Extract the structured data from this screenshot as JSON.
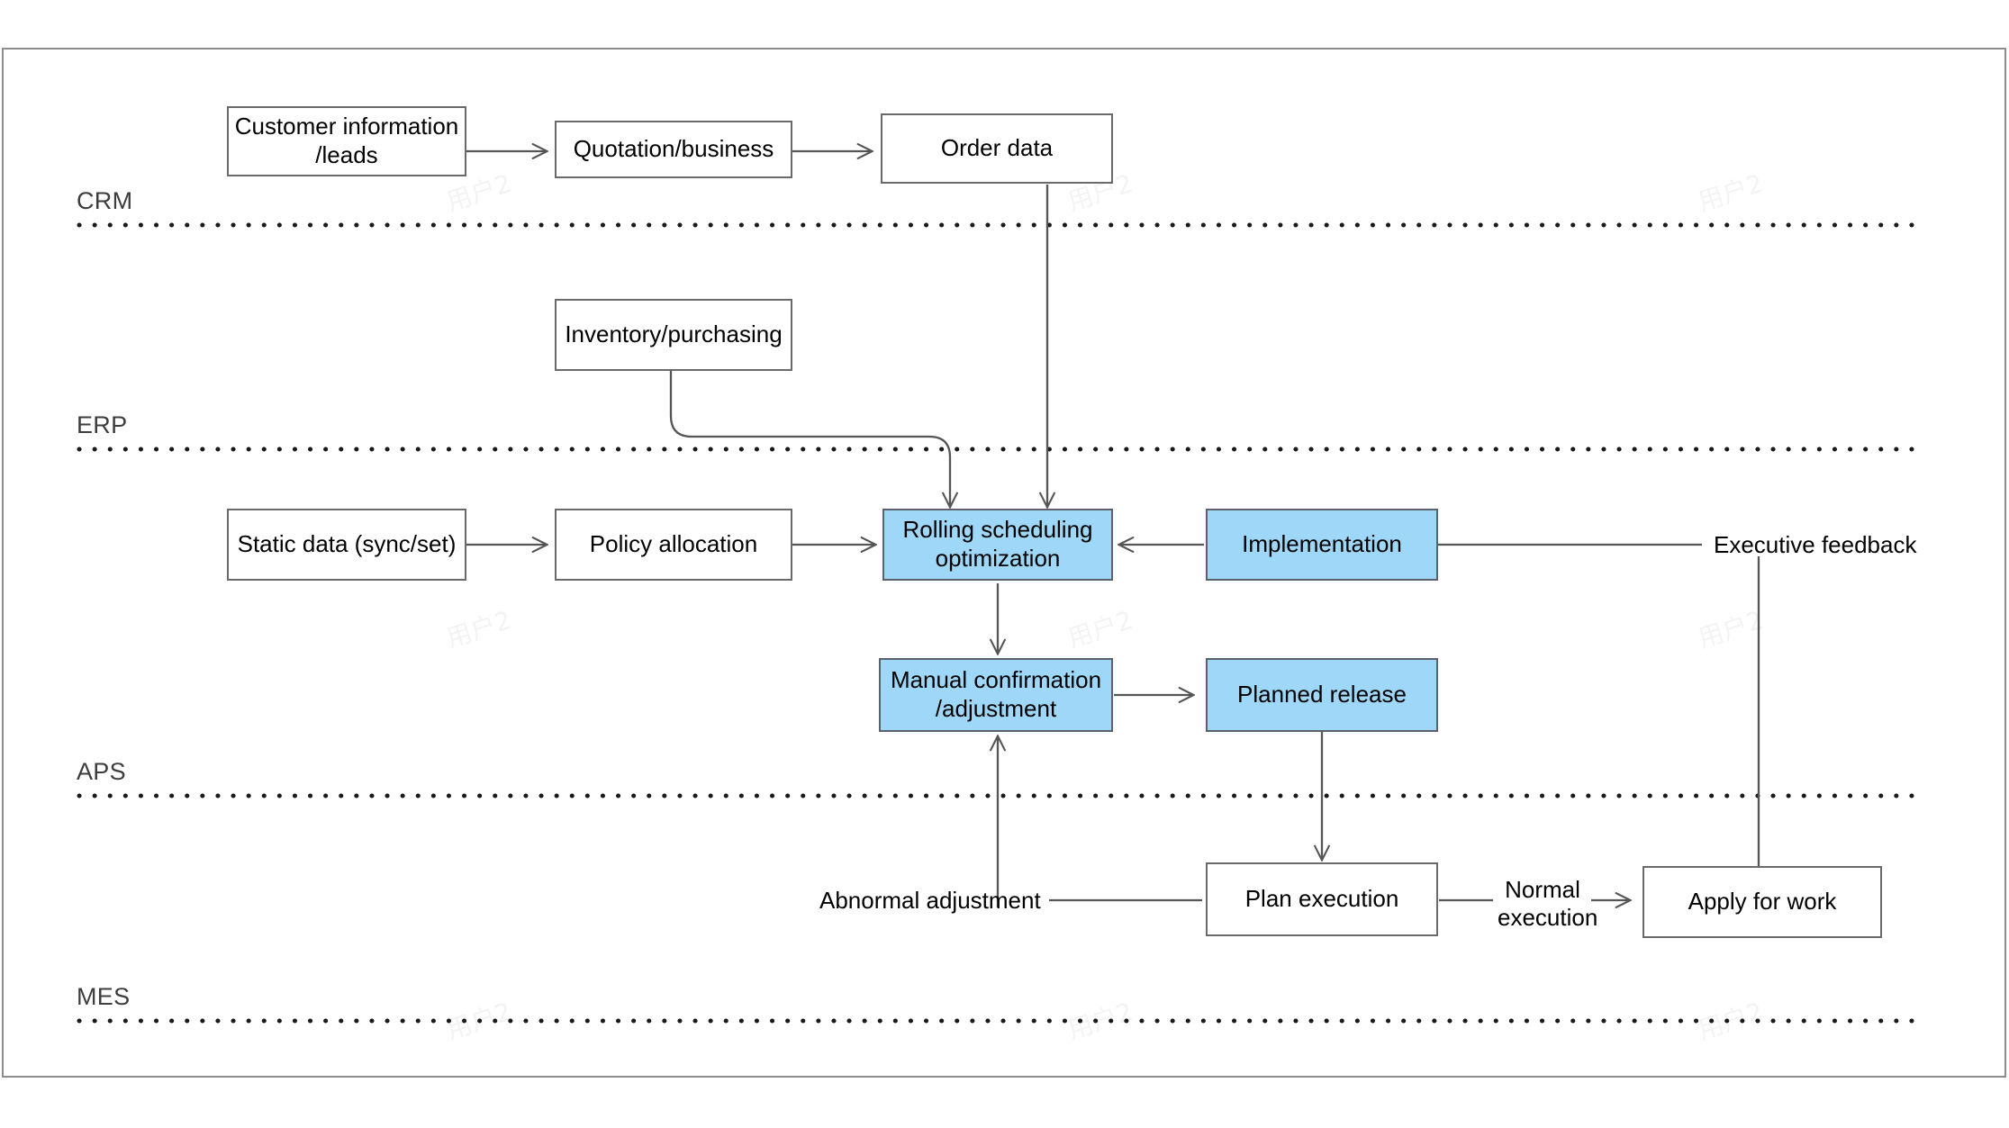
{
  "diagram": {
    "title": "Production planning flow across CRM / ERP / APS / MES",
    "colors": {
      "accent_blue": "#9ED7F7",
      "box_border": "#6a6a6a",
      "blue_box_border": "#5b6269",
      "frame_border": "#8d8d8d",
      "line": "#555555",
      "lane_text": "#3d3d3d",
      "watermark": "#000000"
    },
    "lanes": [
      {
        "id": "crm",
        "label": "CRM"
      },
      {
        "id": "erp",
        "label": "ERP"
      },
      {
        "id": "aps",
        "label": "APS"
      },
      {
        "id": "mes",
        "label": "MES"
      }
    ],
    "nodes": [
      {
        "id": "customer-information-leads",
        "label": "Customer information\n/leads",
        "lane": "crm",
        "style": "plain"
      },
      {
        "id": "quotation-business",
        "label": "Quotation/business",
        "lane": "crm",
        "style": "plain"
      },
      {
        "id": "order-data",
        "label": "Order data",
        "lane": "crm",
        "style": "plain"
      },
      {
        "id": "inventory-purchasing",
        "label": "Inventory/purchasing",
        "lane": "erp",
        "style": "plain"
      },
      {
        "id": "static-data",
        "label": "Static data (sync/set)",
        "lane": "aps",
        "style": "plain"
      },
      {
        "id": "policy-allocation",
        "label": "Policy allocation",
        "lane": "aps",
        "style": "plain"
      },
      {
        "id": "rolling-scheduling-optimization",
        "label": "Rolling scheduling\noptimization",
        "lane": "aps",
        "style": "blue"
      },
      {
        "id": "implementation",
        "label": "Implementation",
        "lane": "aps",
        "style": "blue"
      },
      {
        "id": "manual-confirmation-adjustment",
        "label": "Manual confirmation\n/adjustment",
        "lane": "aps",
        "style": "blue"
      },
      {
        "id": "planned-release",
        "label": "Planned release",
        "lane": "aps",
        "style": "blue"
      },
      {
        "id": "plan-execution",
        "label": "Plan execution",
        "lane": "mes",
        "style": "plain"
      },
      {
        "id": "apply-for-work",
        "label": "Apply for work",
        "lane": "mes",
        "style": "plain"
      }
    ],
    "free_labels": [
      {
        "id": "executive-feedback",
        "text": "Executive feedback"
      },
      {
        "id": "abnormal-adjustment",
        "text": "Abnormal adjustment"
      },
      {
        "id": "normal-execution",
        "text": "Normal\nexecution"
      }
    ],
    "edges": [
      {
        "from": "customer-information-leads",
        "to": "quotation-business",
        "label": ""
      },
      {
        "from": "quotation-business",
        "to": "order-data",
        "label": ""
      },
      {
        "from": "order-data",
        "to": "rolling-scheduling-optimization",
        "label": ""
      },
      {
        "from": "inventory-purchasing",
        "to": "rolling-scheduling-optimization",
        "label": ""
      },
      {
        "from": "static-data",
        "to": "policy-allocation",
        "label": ""
      },
      {
        "from": "policy-allocation",
        "to": "rolling-scheduling-optimization",
        "label": ""
      },
      {
        "from": "implementation",
        "to": "rolling-scheduling-optimization",
        "label": ""
      },
      {
        "from": "executive-feedback",
        "to": "implementation",
        "label": ""
      },
      {
        "from": "rolling-scheduling-optimization",
        "to": "manual-confirmation-adjustment",
        "label": ""
      },
      {
        "from": "manual-confirmation-adjustment",
        "to": "planned-release",
        "label": ""
      },
      {
        "from": "planned-release",
        "to": "plan-execution",
        "label": ""
      },
      {
        "from": "plan-execution",
        "to": "apply-for-work",
        "label": "Normal execution"
      },
      {
        "from": "abnormal-adjustment",
        "to": "manual-confirmation-adjustment",
        "label": ""
      },
      {
        "from": "apply-for-work",
        "to": "executive-feedback",
        "label": ""
      }
    ],
    "watermark": {
      "text": "用户2"
    }
  }
}
